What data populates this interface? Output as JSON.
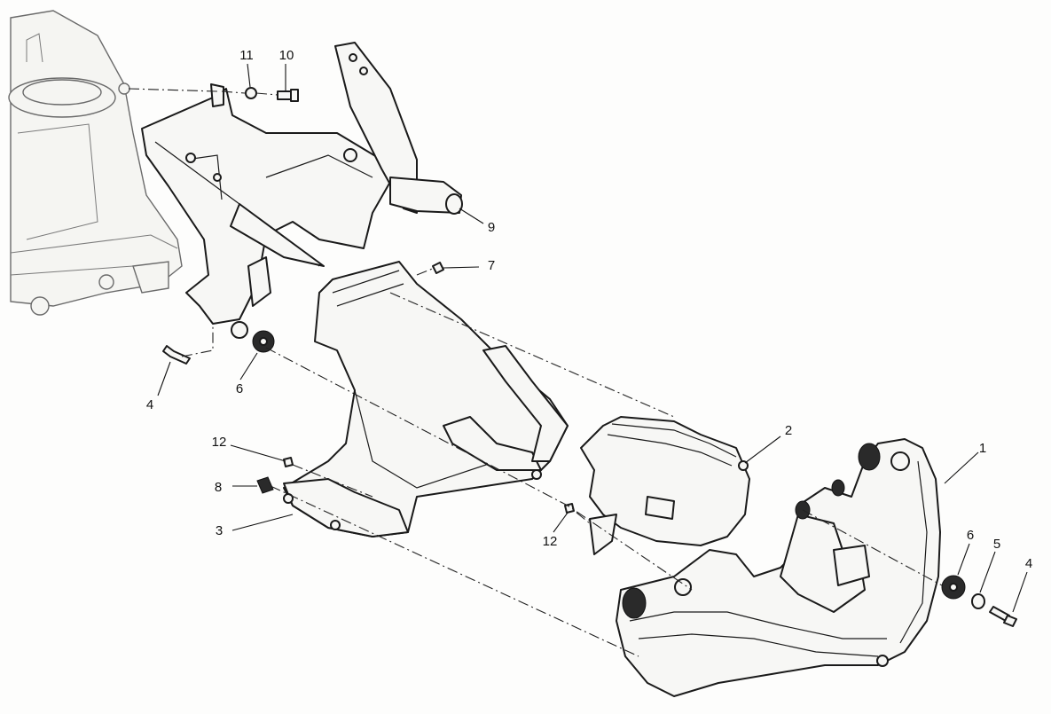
{
  "diagram": {
    "callouts": [
      {
        "id": "c1",
        "label": "1"
      },
      {
        "id": "c2",
        "label": "2"
      },
      {
        "id": "c3",
        "label": "3"
      },
      {
        "id": "c4a",
        "label": "4"
      },
      {
        "id": "c4b",
        "label": "4"
      },
      {
        "id": "c5",
        "label": "5"
      },
      {
        "id": "c6a",
        "label": "6"
      },
      {
        "id": "c6b",
        "label": "6"
      },
      {
        "id": "c7",
        "label": "7"
      },
      {
        "id": "c8",
        "label": "8"
      },
      {
        "id": "c9",
        "label": "9"
      },
      {
        "id": "c10",
        "label": "10"
      },
      {
        "id": "c11",
        "label": "11"
      },
      {
        "id": "c12a",
        "label": "12"
      },
      {
        "id": "c12b",
        "label": "12"
      }
    ]
  }
}
